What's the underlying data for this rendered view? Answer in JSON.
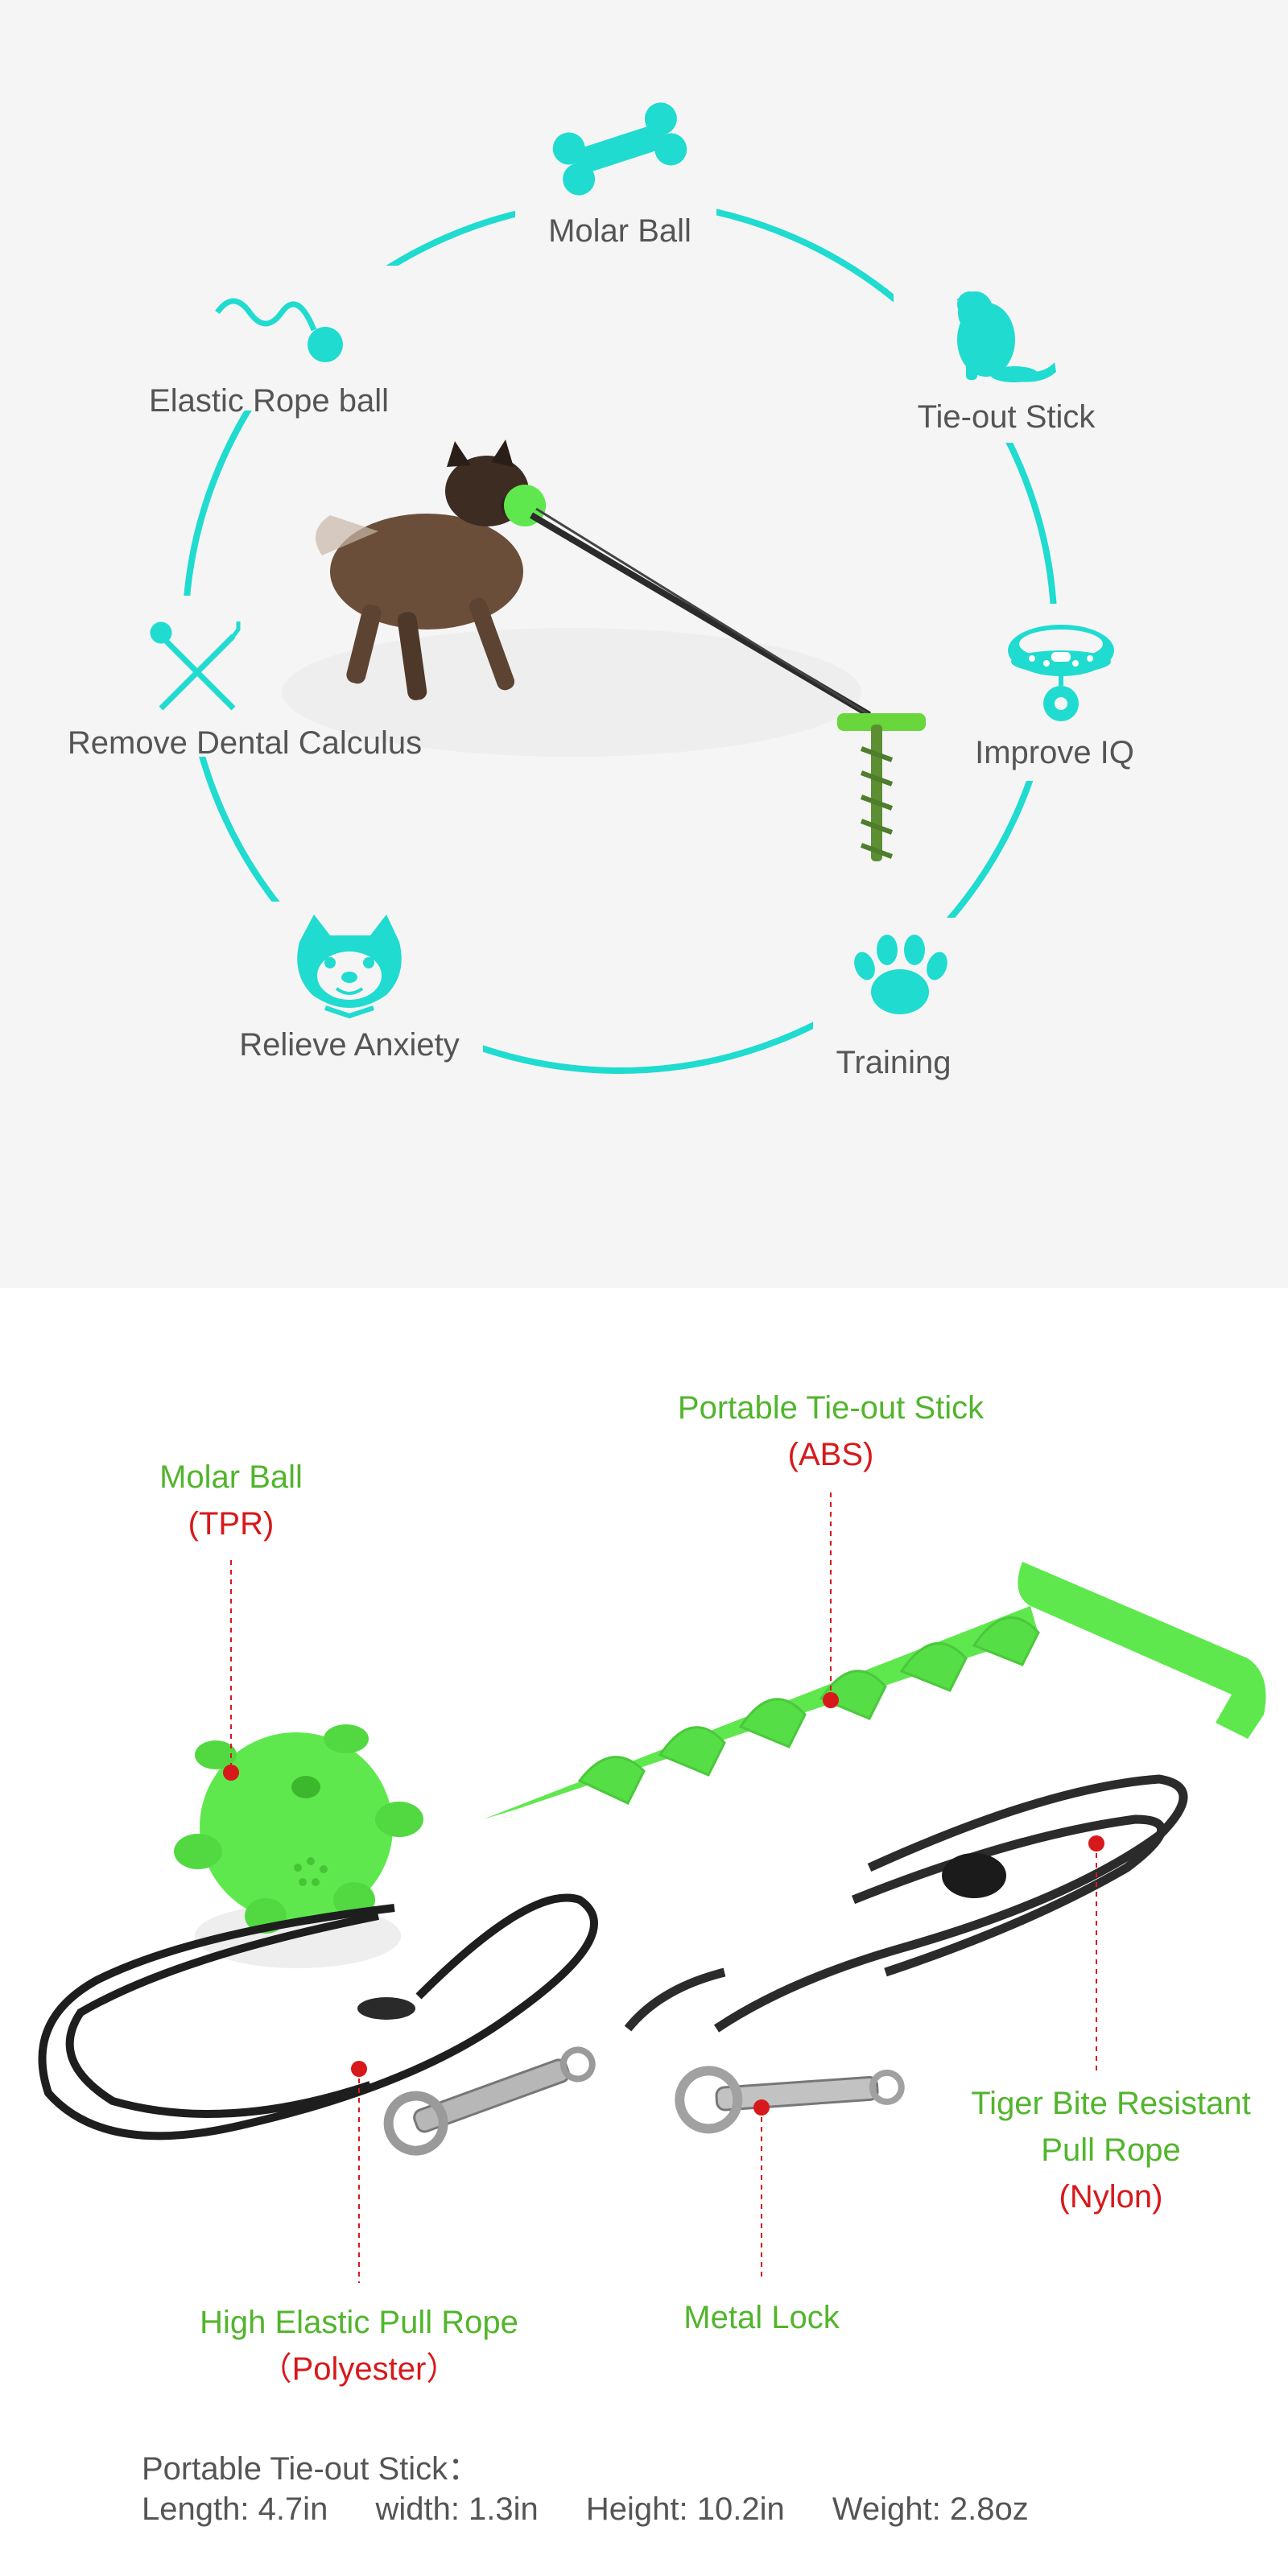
{
  "features": {
    "molar_ball": "Molar Ball",
    "tie_out_stick": "Tie-out Stick",
    "improve_iq": "Improve IQ",
    "training": "Training",
    "relieve_anxiety": "Relieve Anxiety",
    "remove_dental": "Remove Dental Calculus",
    "elastic_rope_ball": "Elastic Rope ball"
  },
  "parts": {
    "tie_out_stick": {
      "name": "Portable Tie-out Stick",
      "material": "(ABS)"
    },
    "molar_ball": {
      "name": "Molar Ball",
      "material": "(TPR)"
    },
    "tiger_rope": {
      "name_line1": "Tiger Bite Resistant",
      "name_line2": "Pull Rope",
      "material": "(Nylon)"
    },
    "elastic_rope": {
      "name": "High Elastic Pull Rope",
      "material": "（Polyester）"
    },
    "metal_lock": {
      "name": "Metal Lock"
    }
  },
  "specs": {
    "title": "Portable Tie-out Stick：",
    "length": "Length: 4.7in",
    "width": "width: 1.3in",
    "height": "Height: 10.2in",
    "weight": "Weight: 2.8oz"
  },
  "colors": {
    "accent": "#20dbd0",
    "label_green": "#52b52c",
    "material_red": "#d7191b",
    "toy_green": "#5fe84e",
    "text_gray": "#555555"
  },
  "icons": [
    "bone-icon",
    "dog-sitting-icon",
    "collar-icon",
    "paw-icon",
    "shiba-face-icon",
    "dental-tools-icon",
    "rope-ball-icon"
  ]
}
